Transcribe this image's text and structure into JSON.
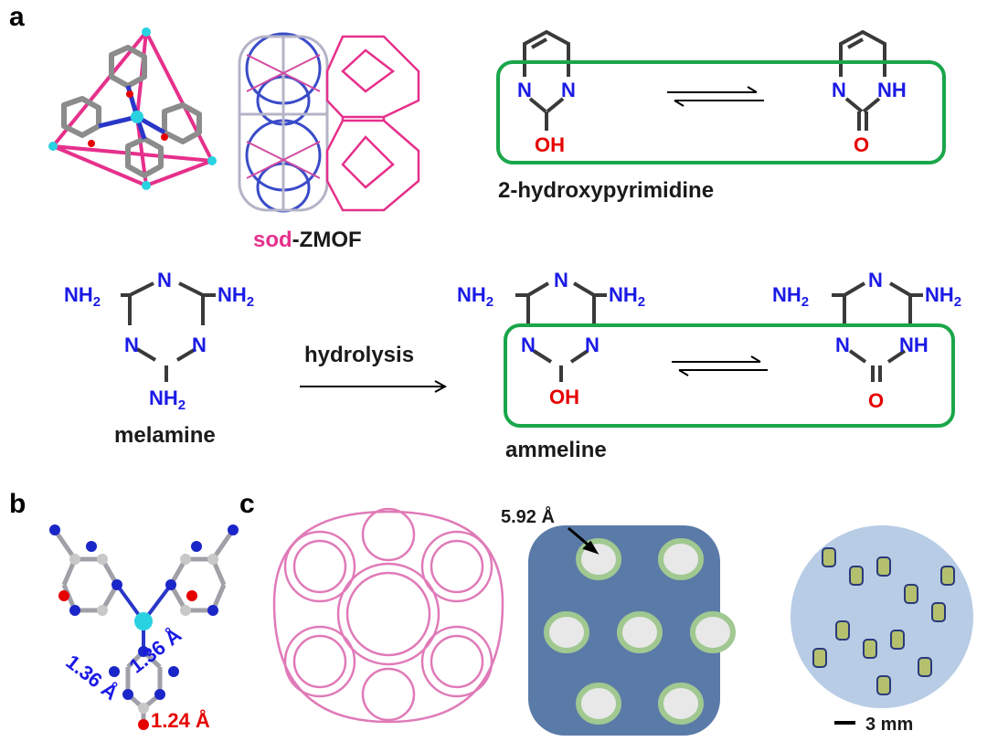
{
  "panels": {
    "a": "a",
    "b": "b",
    "c": "c"
  },
  "sod_zmof": {
    "prefix": "sod",
    "suffix": "-ZMOF"
  },
  "hydroxypyrimidine": {
    "name": "2-hydroxypyrimidine"
  },
  "melamine": {
    "name": "melamine",
    "arrow_label": "hydrolysis"
  },
  "ammeline": {
    "name": "ammeline"
  },
  "atoms": {
    "N": "N",
    "NH": "NH",
    "NH2": "NH",
    "sub2": "2",
    "OH": "OH",
    "O": "O"
  },
  "bond_lengths": {
    "left": "1.36 Å",
    "right": "1.36 Å",
    "co": "1.24 Å"
  },
  "pore_size": "5.92 Å",
  "scale_bar": "3 mm",
  "colors": {
    "nitrogen": "#1a1ae6",
    "oxygen": "#e60000",
    "frame_green": "#1aa64a",
    "sod_pink": "#e6308c",
    "zinc_cyan": "#28d2e0",
    "cage_pink": "#e07ab8"
  }
}
